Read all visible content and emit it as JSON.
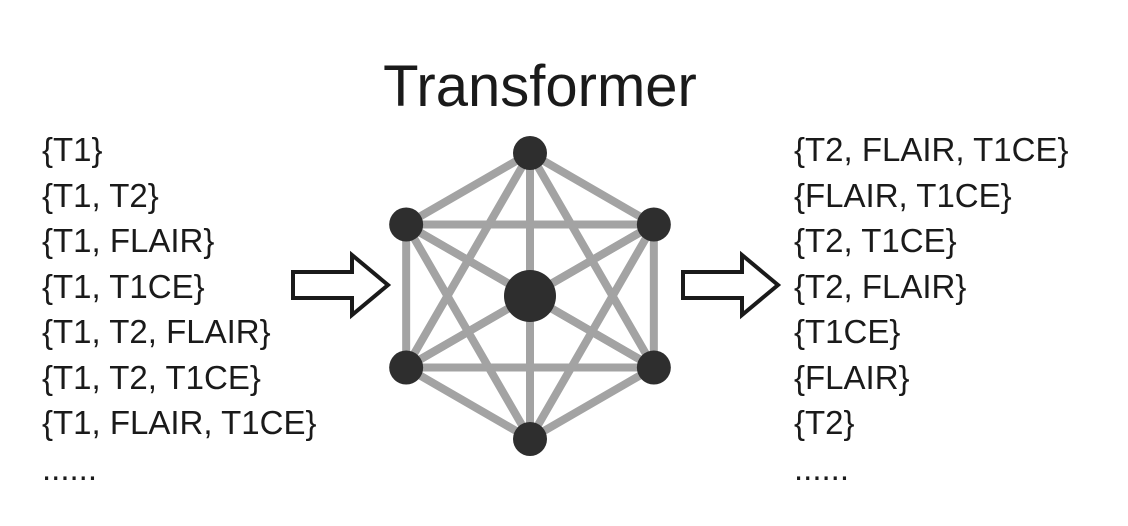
{
  "title": "Transformer",
  "input_sets": [
    "{T1}",
    "{T1, T2}",
    "{T1, FLAIR}",
    "{T1, T1CE}",
    "{T1, T2, FLAIR}",
    "{T1, T2, T1CE}",
    "{T1, FLAIR, T1CE}",
    "......"
  ],
  "output_sets": [
    "{T2, FLAIR, T1CE}",
    "{FLAIR, T1CE}",
    "{T2, T1CE}",
    "{T2, FLAIR}",
    "{T1CE}",
    "{FLAIR}",
    "{T2}",
    "......"
  ],
  "colors": {
    "edge": "#a3a3a3",
    "node": "#2e2e2e",
    "text": "#1a1a1a",
    "arrow_stroke": "#1a1a1a",
    "arrow_fill": "#ffffff"
  }
}
